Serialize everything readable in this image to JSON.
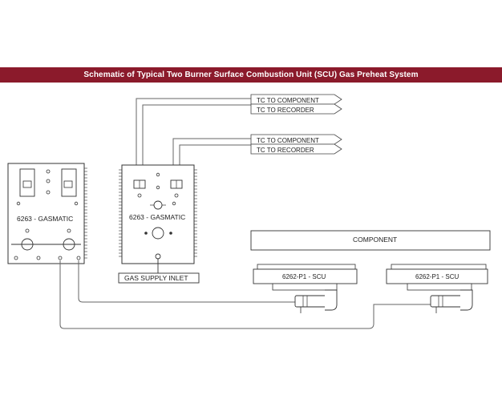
{
  "title": "Schematic of Typical Two Burner Surface Combustion Unit (SCU) Gas Preheat System",
  "tc_labels": {
    "tc1_component": "TC TO COMPONENT",
    "tc1_recorder": "TC TO RECORDER",
    "tc2_component": "TC TO COMPONENT",
    "tc2_recorder": "TC TO RECORDER"
  },
  "left_panel": {
    "label": "6263 - GASMATIC"
  },
  "center_panel": {
    "label": "6263 - GASMATIC"
  },
  "gas_supply": {
    "label": "GAS SUPPLY INLET"
  },
  "component": {
    "label": "COMPONENT"
  },
  "burners": [
    {
      "label": "6262-P1 - SCU"
    },
    {
      "label": "6262-P1 - SCU"
    }
  ],
  "colors": {
    "title_bar": "#8b1a2b",
    "line": "#555555"
  }
}
